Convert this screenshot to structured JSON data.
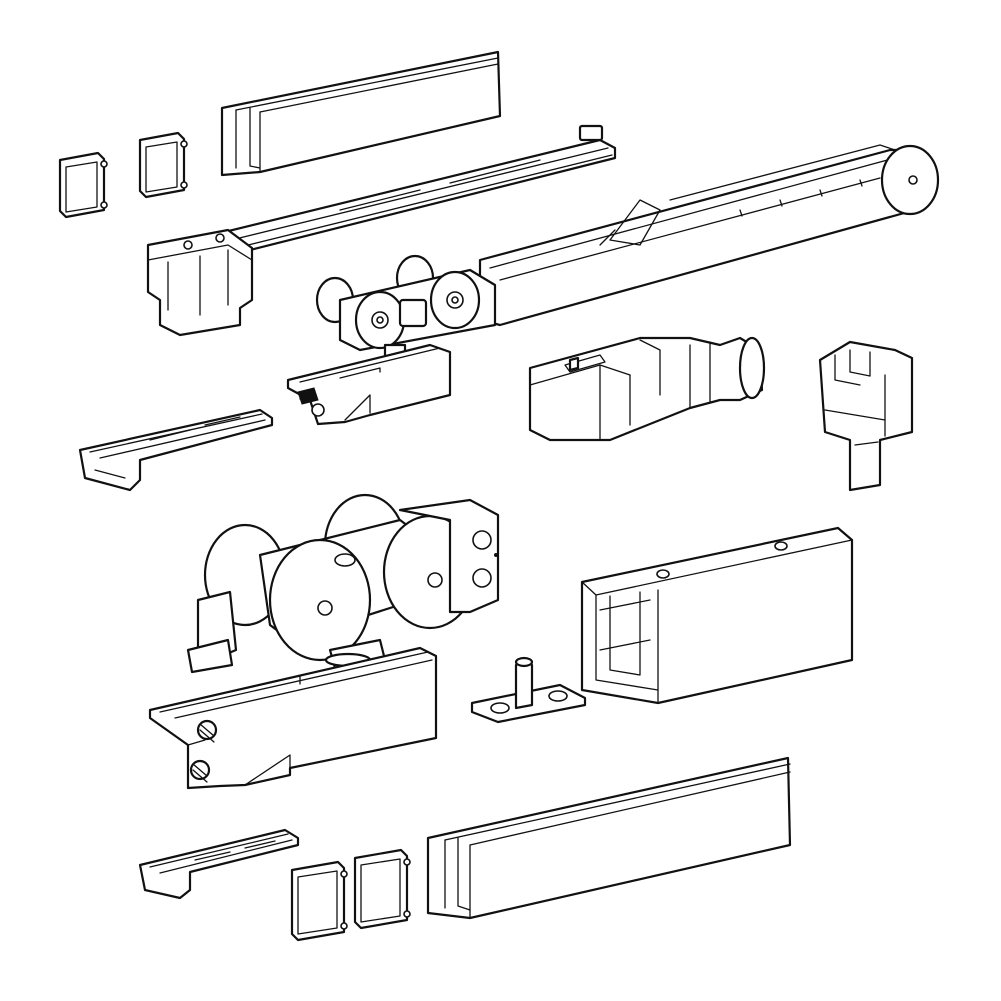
{
  "figure": {
    "background_color": "#ffffff",
    "line_color": "#111111",
    "components": [
      {
        "id": "top-end-cap-left",
        "icon": "end-cap-icon"
      },
      {
        "id": "top-end-cap-right",
        "icon": "end-cap-icon"
      },
      {
        "id": "top-rail-profile",
        "icon": "rail-profile-icon"
      },
      {
        "id": "damper-rail-left",
        "icon": "damper-rail-icon"
      },
      {
        "id": "mounting-block",
        "icon": "mounting-block-icon"
      },
      {
        "id": "damper-rail-right",
        "icon": "damper-rail-icon"
      },
      {
        "id": "small-carriage",
        "icon": "roller-carriage-icon"
      },
      {
        "id": "small-hanger-plate",
        "icon": "hanger-plate-icon"
      },
      {
        "id": "small-stopper",
        "icon": "stopper-icon"
      },
      {
        "id": "damper-unit",
        "icon": "damper-icon"
      },
      {
        "id": "floor-guide",
        "icon": "floor-guide-icon"
      },
      {
        "id": "large-carriage",
        "icon": "roller-carriage-icon"
      },
      {
        "id": "large-hanger-plate",
        "icon": "hanger-plate-icon"
      },
      {
        "id": "guide-pin",
        "icon": "guide-pin-icon"
      },
      {
        "id": "track-section",
        "icon": "track-icon"
      },
      {
        "id": "bottom-stopper",
        "icon": "stopper-icon"
      },
      {
        "id": "bottom-end-cap-left",
        "icon": "end-cap-icon"
      },
      {
        "id": "bottom-end-cap-right",
        "icon": "end-cap-icon"
      },
      {
        "id": "bottom-rail-profile",
        "icon": "rail-profile-icon"
      }
    ]
  }
}
